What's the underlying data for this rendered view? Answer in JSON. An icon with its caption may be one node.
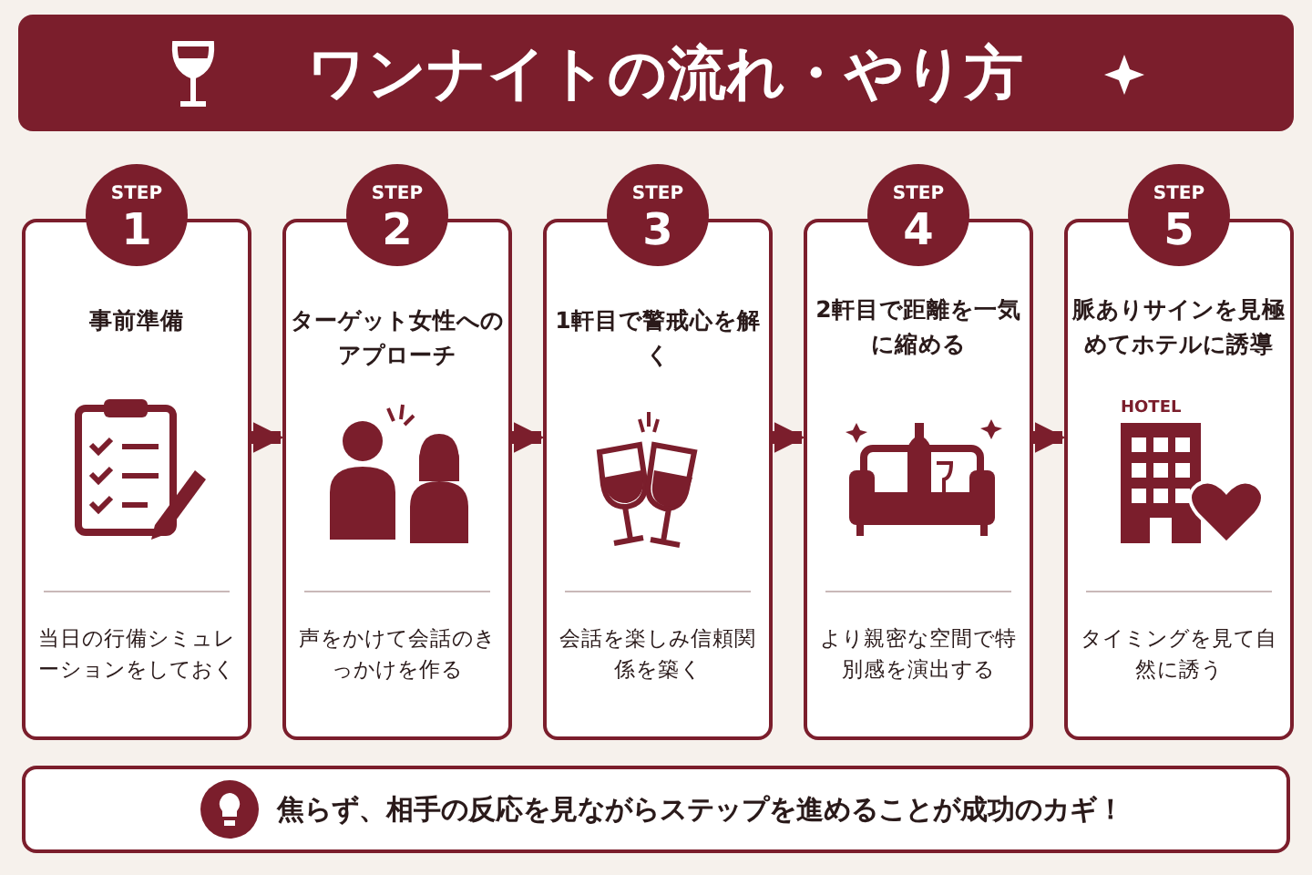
{
  "diagram": {
    "title": "ワンナイトの流れ・やり方",
    "nodes": [
      {
        "text": [],
        "shape": "box"
      },
      {
        "text": [
          "事前準備",
          "当日の行備シミュレーションをしておく"
        ]
      },
      {
        "text": [
          "STEP",
          "1"
        ]
      },
      {
        "text": [
          "ターゲット女性へのアプローチ",
          "声をかけて会話のきっかけを作る"
        ]
      },
      {
        "text": [
          "STEP",
          "2"
        ]
      },
      {
        "text": [
          "1軒目で警戒心を解く",
          "会話を楽しみ信頼関係を築く"
        ]
      },
      {
        "text": [
          "STEP",
          "3"
        ]
      },
      {
        "text": [
          "2軒目で距離を一気に縮める",
          "より親密な空間で特別感を演出する"
        ]
      },
      {
        "text": [
          "STEP",
          "4"
        ]
      },
      {
        "text": [
          "脈ありサインを見極めてホテルに誘導",
          "タイミングを見て自然に誘う"
        ]
      },
      {
        "text": [
          "STEP",
          "5"
        ]
      },
      {
        "text": [
          "焦らず、相手の反応を見ながらステップを進めることが成功のカギ！"
        ]
      }
    ],
    "edges": [
      {
        "from": 1,
        "to": 3,
        "arrow": "to"
      },
      {
        "from": 3,
        "to": 5,
        "arrow": "to"
      },
      {
        "from": 5,
        "to": 7,
        "arrow": "to"
      },
      {
        "from": 7,
        "to": 9,
        "arrow": "to"
      }
    ],
    "labels": [
      "HOTEL"
    ]
  }
}
